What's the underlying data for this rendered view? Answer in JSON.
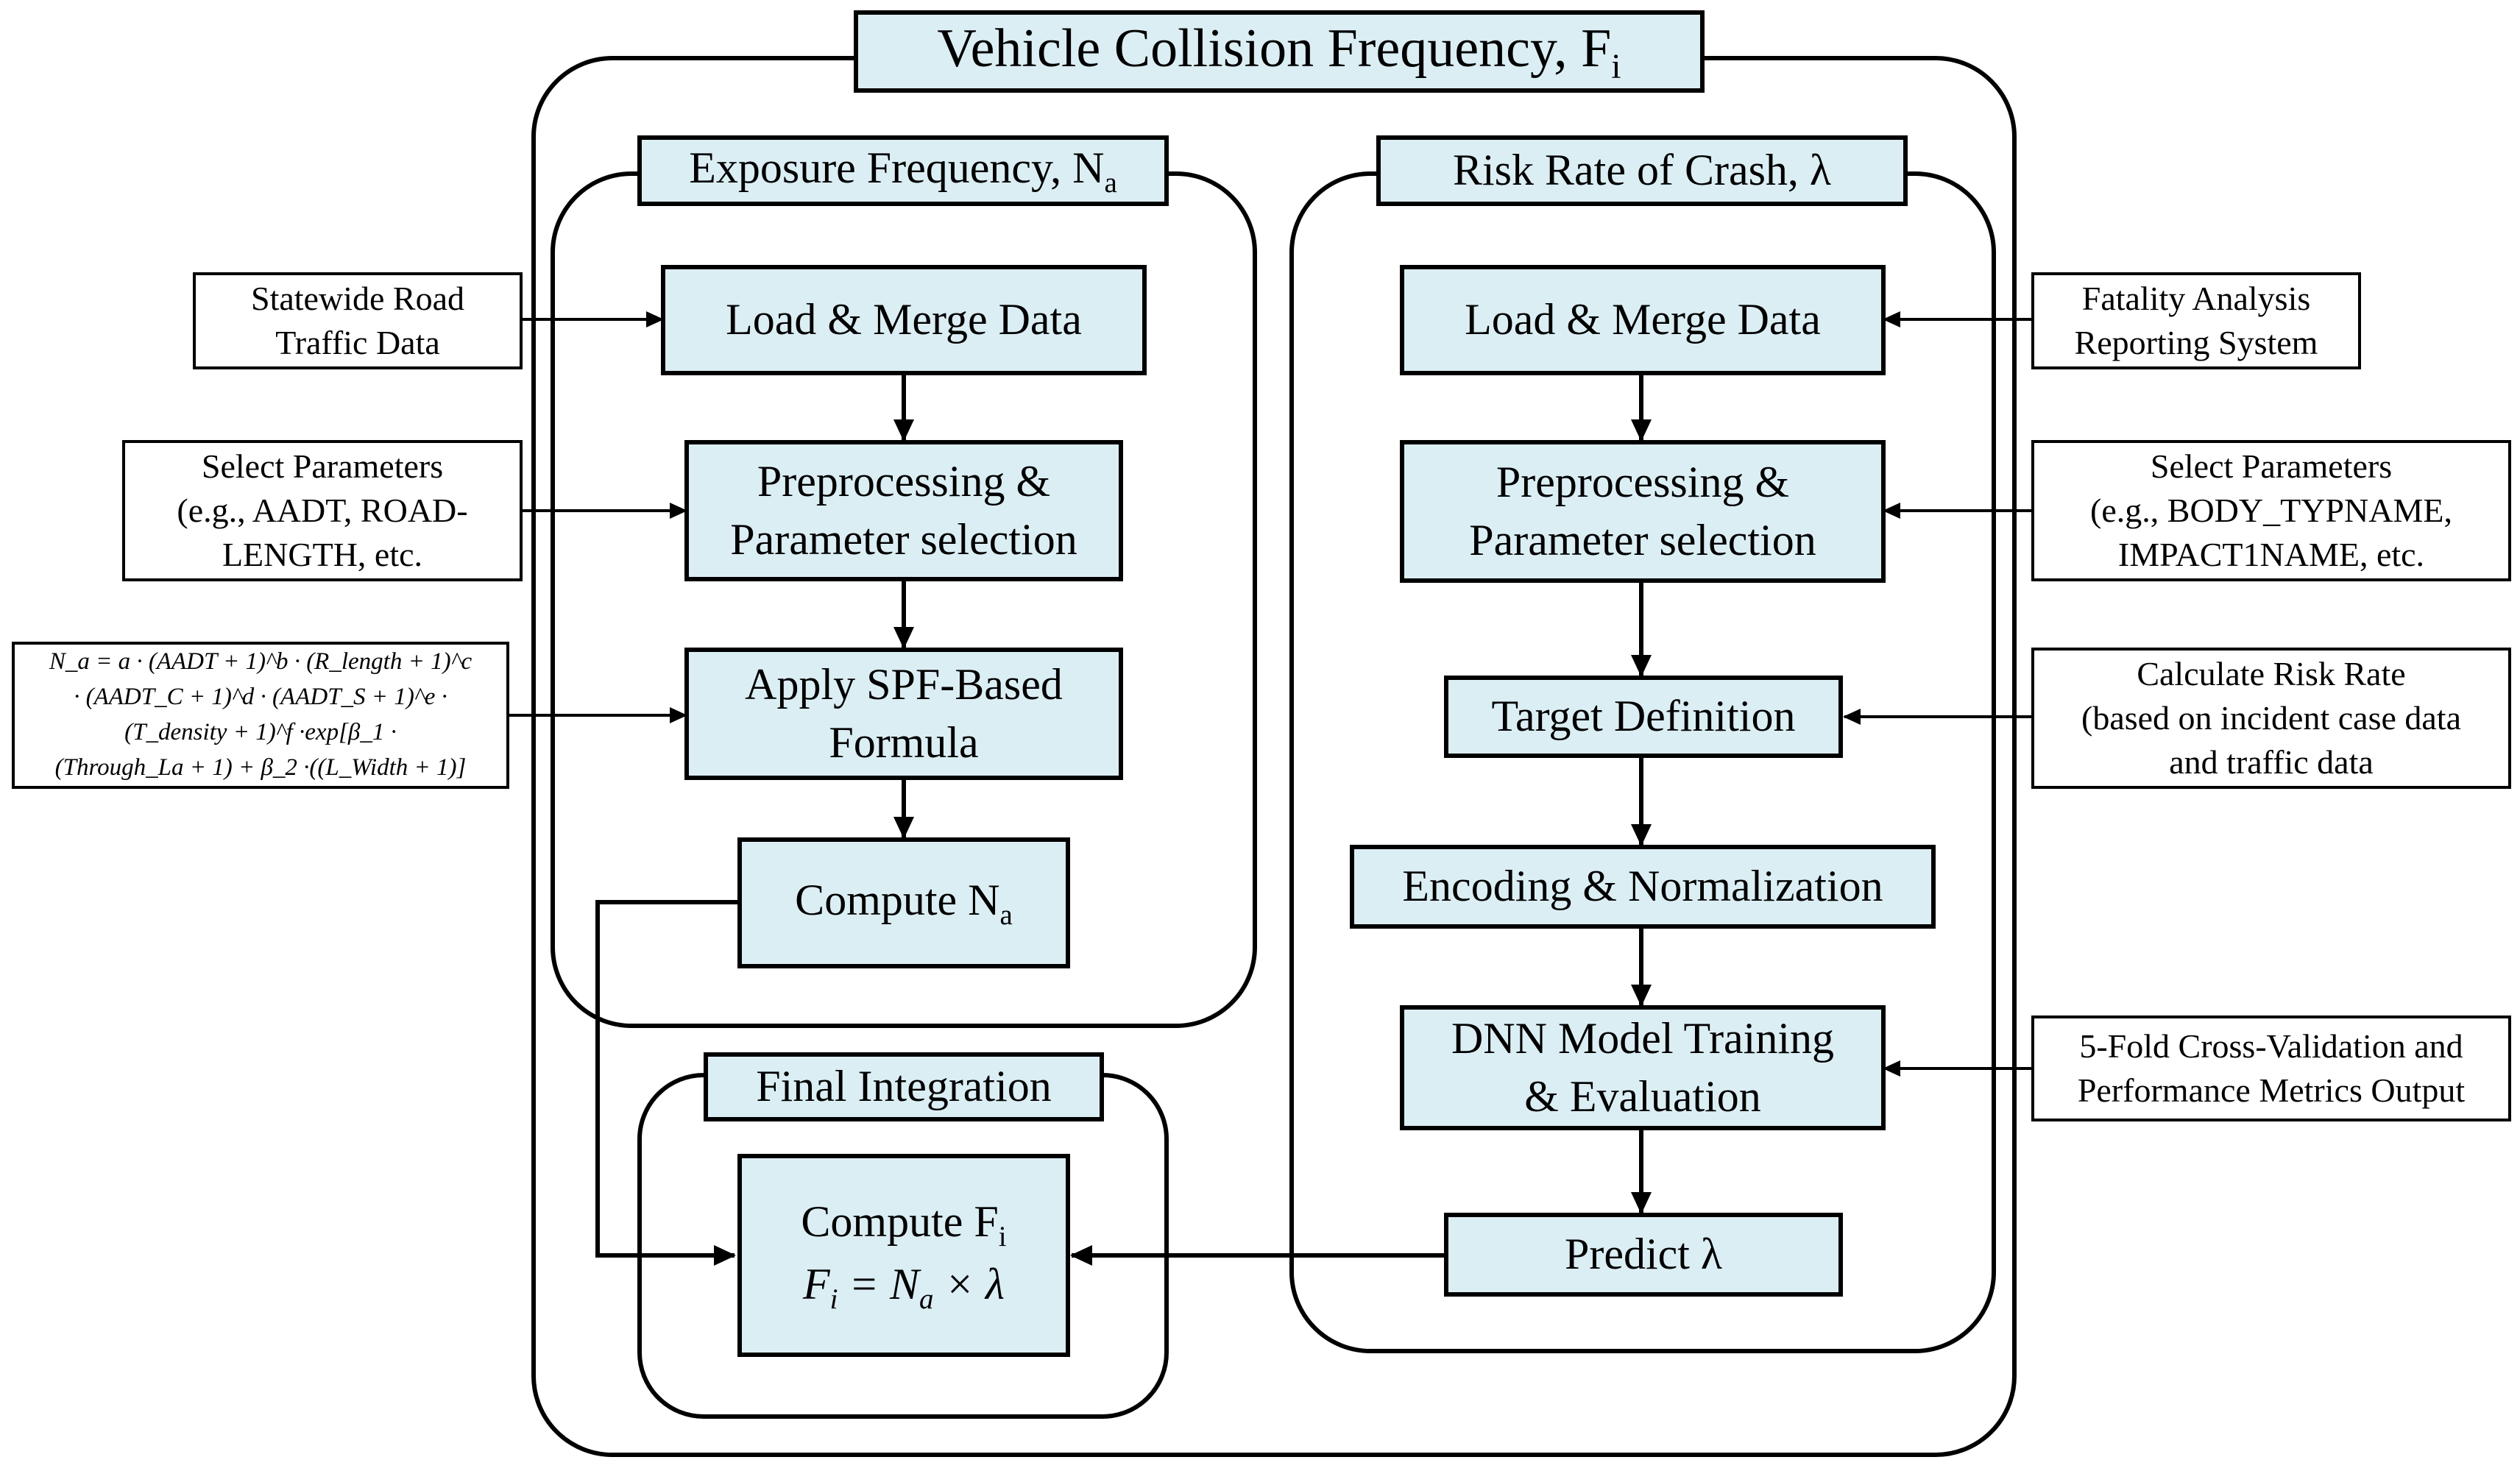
{
  "titles": {
    "main": "Vehicle Collision Frequency, F",
    "main_sub": "i",
    "exposure": "Exposure Frequency, N",
    "exposure_sub": "a",
    "risk": "Risk Rate of Crash, λ",
    "final": "Final Integration"
  },
  "exposure_steps": {
    "load": "Load & Merge Data",
    "prep_line1": "Preprocessing &",
    "prep_line2": "Parameter selection",
    "spf_line1": "Apply SPF-Based",
    "spf_line2": "Formula",
    "compute": "Compute N",
    "compute_sub": "a"
  },
  "risk_steps": {
    "load": "Load & Merge Data",
    "prep_line1": "Preprocessing &",
    "prep_line2": "Parameter selection",
    "target": "Target Definition",
    "encoding": "Encoding & Normalization",
    "dnn_line1": "DNN Model Training",
    "dnn_line2": "& Evaluation",
    "predict": "Predict λ"
  },
  "final_step": {
    "line1": "Compute F",
    "line1_sub": "i",
    "equation": "F",
    "equation_sub": "i",
    "equation_rest": " = N",
    "equation_sub2": "a",
    "equation_tail": " × λ"
  },
  "left_inputs": {
    "traffic_line1": "Statewide Road",
    "traffic_line2": "Traffic Data",
    "params_line1": "Select Parameters",
    "params_line2": "(e.g., AADT, ROAD-",
    "params_line3": "LENGTH, etc.",
    "formula_line1": "N_a = a · (AADT + 1)^b · (R_length + 1)^c",
    "formula_line2": "· (AADT_C + 1)^d · (AADT_S + 1)^e ·",
    "formula_line3": "(T_density + 1)^f ·exp[β_1 ·",
    "formula_line4": "(Through_La + 1) + β_2 ·((L_Width + 1)]"
  },
  "right_inputs": {
    "fars_line1": "Fatality Analysis",
    "fars_line2": "Reporting System",
    "params_line1": "Select Parameters",
    "params_line2": "(e.g., BODY_TYPNAME,",
    "params_line3": "IMPACT1NAME, etc.",
    "risk_line1": "Calculate Risk Rate",
    "risk_line2": "(based on incident case data",
    "risk_line3": "and traffic data",
    "cv_line1": "5-Fold Cross-Validation and",
    "cv_line2": "Performance Metrics Output"
  },
  "colors": {
    "box_fill": "#dbeef4",
    "stroke": "#000000",
    "background": "#ffffff"
  }
}
